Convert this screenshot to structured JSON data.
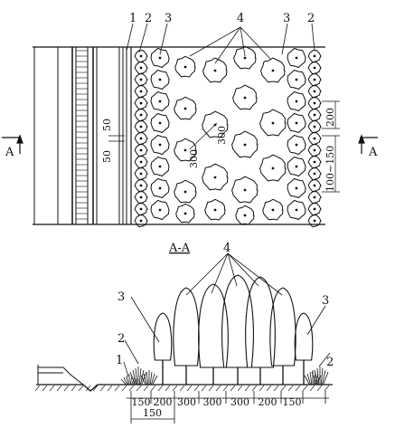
{
  "plan": {
    "labels": [
      "1",
      "2",
      "3",
      "4",
      "3",
      "2"
    ],
    "dims": {
      "d50a": "50",
      "d50b": "50",
      "d300a": "300",
      "d300b": "300",
      "d200": "200",
      "d100_150": "100~150"
    },
    "section_mark_left": "A",
    "section_mark_right": "A"
  },
  "section": {
    "title": "A-A",
    "labels": {
      "n4": "4",
      "n3_left": "3",
      "n3_right": "3",
      "n2_left": "2",
      "n2_right": "2",
      "n1": "1"
    },
    "bottom_dims": [
      "150",
      "200",
      "300",
      "300",
      "300",
      "200",
      "150"
    ],
    "bottom_dim2": "150"
  }
}
